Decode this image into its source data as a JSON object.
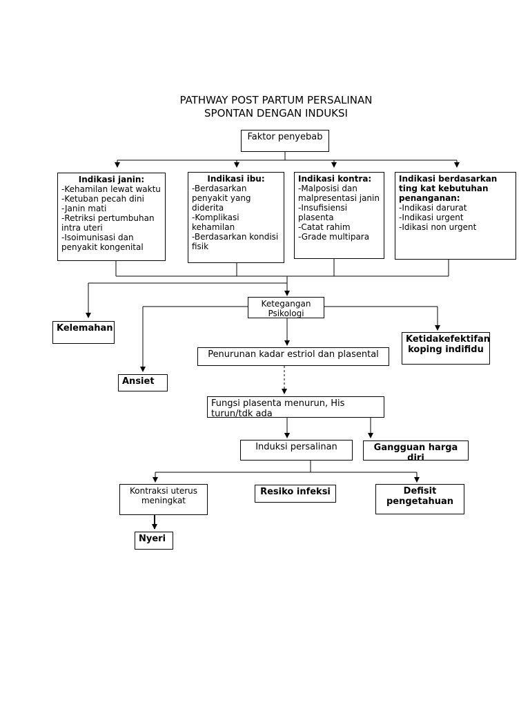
{
  "title_line1": "PATHWAY POST PARTUM PERSALINAN",
  "title_line2": "SPONTAN DENGAN INDUKSI",
  "faktor": "Faktor penyebab",
  "indikasi_janin": {
    "head": "Indikasi janin:",
    "items": "-Kehamilan lewat waktu\n-Ketuban pecah dini\n-Janin mati\n-Retriksi pertumbuhan intra uteri\n-Isoimunisasi dan penyakit kongenital"
  },
  "indikasi_ibu": {
    "head": "Indikasi ibu:",
    "items": "-Berdasarkan penyakit yang diderita\n-Komplikasi kehamilan\n-Berdasarkan kondisi fisik"
  },
  "indikasi_kontra": {
    "head": "Indikasi kontra:",
    "items": "-Malposisi dan malpresentasi janin\n-Insufisiensi plasenta\n-Catat rahim\n-Grade multipara"
  },
  "indikasi_kebutuhan": {
    "head": "Indikasi berdasarkan ting kat kebutuhan penanganan:",
    "items": "-Indikasi darurat\n-Indikasi urgent\n-Idikasi non urgent"
  },
  "ketegangan": "Ketegangan Psikologi",
  "kelemahan": "Kelemahan",
  "ketidakefektifan": "Ketidakefektifan koping indifidu",
  "penurunan": "Penurunan kadar estriol dan plasental",
  "ansiet": "Ansiet",
  "fungsi": "Fungsi plasenta menurun, His turun/tdk ada",
  "induksi": "Induksi persalinan",
  "gangguan": "Gangguan harga diri",
  "kontraksi": "Kontraksi uterus meningkat",
  "resiko": "Resiko infeksi",
  "defisit": "Defisit pengetahuan",
  "nyeri": "Nyeri"
}
